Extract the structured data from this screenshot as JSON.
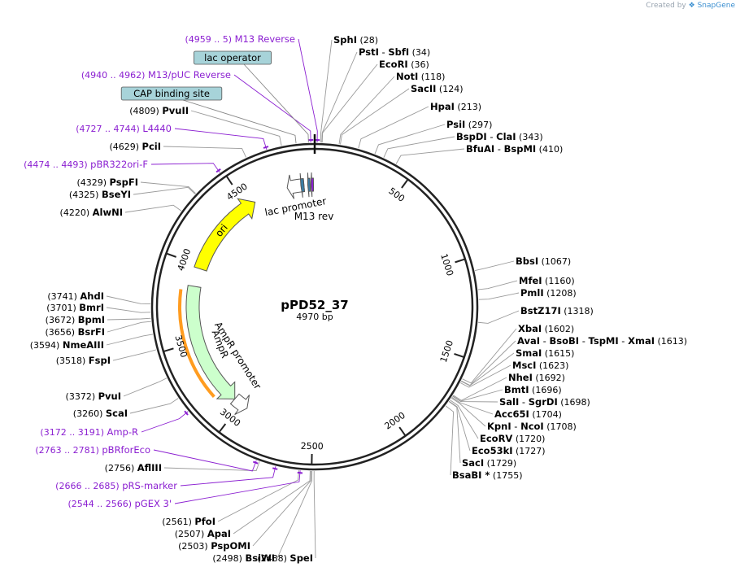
{
  "credit": {
    "prefix": "Created by",
    "brand": "SnapGene"
  },
  "plasmid": {
    "name": "pPD52_37",
    "length_label": "4970 bp",
    "length": 4970
  },
  "colors": {
    "ring": "#222222",
    "site": "#9a9a9a",
    "primer": "#8b1fd1",
    "ori": "#ffff00",
    "ampr": "#ccffcc",
    "promoter": "#ffffff",
    "primer_bind": "#ff9c20",
    "feature_box": "#a7d3d9"
  },
  "ticks": [
    500,
    1000,
    1500,
    2000,
    2500,
    3000,
    3500,
    4000,
    4500
  ],
  "enzymes": [
    {
      "name": "SphI",
      "pos": "(28)",
      "bp": 28
    },
    {
      "name": "PstI",
      "name2": "SbfI",
      "pos": "(34)",
      "bp": 34
    },
    {
      "name": "EcoRI",
      "pos": "(36)",
      "bp": 36
    },
    {
      "name": "NotI",
      "pos": "(118)",
      "bp": 118
    },
    {
      "name": "SacII",
      "pos": "(124)",
      "bp": 124
    },
    {
      "name": "HpaI",
      "pos": "(213)",
      "bp": 213
    },
    {
      "name": "PsiI",
      "pos": "(297)",
      "bp": 297
    },
    {
      "name": "BspDI",
      "name2": "ClaI",
      "pos": "(343)",
      "bp": 343
    },
    {
      "name": "BfuAI",
      "name2": "BspMI",
      "pos": "(410)",
      "bp": 410
    },
    {
      "name": "BbsI",
      "pos": "(1067)",
      "bp": 1067
    },
    {
      "name": "MfeI",
      "pos": "(1160)",
      "bp": 1160
    },
    {
      "name": "PmlI",
      "pos": "(1208)",
      "bp": 1208
    },
    {
      "name": "BstZ17I",
      "pos": "(1318)",
      "bp": 1318
    },
    {
      "name": "XbaI",
      "pos": "(1602)",
      "bp": 1602
    },
    {
      "name": "AvaI",
      "name2": "BsoBI",
      "name3": "TspMI",
      "name4": "XmaI",
      "pos": "(1613)",
      "bp": 1613
    },
    {
      "name": "SmaI",
      "pos": "(1615)",
      "bp": 1615
    },
    {
      "name": "MscI",
      "pos": "(1623)",
      "bp": 1623
    },
    {
      "name": "NheI",
      "pos": "(1692)",
      "bp": 1692
    },
    {
      "name": "BmtI",
      "pos": "(1696)",
      "bp": 1696
    },
    {
      "name": "SalI",
      "name2": "SgrDI",
      "pos": "(1698)",
      "bp": 1698
    },
    {
      "name": "Acc65I",
      "pos": "(1704)",
      "bp": 1704
    },
    {
      "name": "KpnI",
      "name2": "NcoI",
      "pos": "(1708)",
      "bp": 1708
    },
    {
      "name": "EcoRV",
      "pos": "(1720)",
      "bp": 1720
    },
    {
      "name": "Eco53kI",
      "pos": "(1727)",
      "bp": 1727
    },
    {
      "name": "SacI",
      "pos": "(1729)",
      "bp": 1729
    },
    {
      "name": "BsaBI *",
      "pos": "(1755)",
      "bp": 1755
    },
    {
      "name": "SpeI",
      "pos": "(2488)",
      "bp": 2488
    },
    {
      "name": "BsiWI",
      "pos": "(2498)",
      "bp": 2498
    },
    {
      "name": "PspOMI",
      "pos": "(2503)",
      "bp": 2503
    },
    {
      "name": "ApaI",
      "pos": "(2507)",
      "bp": 2507
    },
    {
      "name": "PfoI",
      "pos": "(2561)",
      "bp": 2561
    },
    {
      "name": "AflIII",
      "pos": "(2756)",
      "bp": 2756
    },
    {
      "name": "ScaI",
      "pos": "(3260)",
      "bp": 3260
    },
    {
      "name": "PvuI",
      "pos": "(3372)",
      "bp": 3372
    },
    {
      "name": "FspI",
      "pos": "(3518)",
      "bp": 3518
    },
    {
      "name": "NmeAIII",
      "pos": "(3594)",
      "bp": 3594
    },
    {
      "name": "BsrFI",
      "pos": "(3656)",
      "bp": 3656
    },
    {
      "name": "BpmI",
      "pos": "(3672)",
      "bp": 3672
    },
    {
      "name": "BmrI",
      "pos": "(3701)",
      "bp": 3701
    },
    {
      "name": "AhdI",
      "pos": "(3741)",
      "bp": 3741
    },
    {
      "name": "AlwNI",
      "pos": "(4220)",
      "bp": 4220
    },
    {
      "name": "BseYI",
      "pos": "(4325)",
      "bp": 4325
    },
    {
      "name": "PspFI",
      "pos": "(4329)",
      "bp": 4329
    },
    {
      "name": "PciI",
      "pos": "(4629)",
      "bp": 4629
    },
    {
      "name": "PvuII",
      "pos": "(4809)",
      "bp": 4809
    }
  ],
  "primers": [
    {
      "range": "(4959 .. 5)",
      "name": "M13 Reverse",
      "bp": 4982
    },
    {
      "range": "(4940 .. 4962)",
      "name": "M13/pUC Reverse",
      "bp": 4951
    },
    {
      "range": "(4727 .. 4744)",
      "name": "L4440",
      "bp": 4735
    },
    {
      "range": "(4474 .. 4493)",
      "name": "pBR322ori-F",
      "bp": 4483
    },
    {
      "range": "(3172 .. 3191)",
      "name": "Amp-R",
      "bp": 3181
    },
    {
      "range": "(2763 .. 2781)",
      "name": "pBRforEco",
      "bp": 2772
    },
    {
      "range": "(2666 .. 2685)",
      "name": "pRS-marker",
      "bp": 2675
    },
    {
      "range": "(2544 .. 2566)",
      "name": "pGEX 3'",
      "bp": 2555
    }
  ],
  "boxed_features": [
    {
      "name": "lac operator",
      "bp": 4940
    },
    {
      "name": "CAP binding site",
      "bp": 4880
    }
  ],
  "features": [
    {
      "name": "ori",
      "start": 3980,
      "end": 4560,
      "direction": "cw"
    },
    {
      "name": "AmpR",
      "start": 3050,
      "end": 3860,
      "direction": "ccw"
    },
    {
      "name": "AmpR promoter",
      "start": 2950,
      "end": 3050,
      "direction": "ccw"
    },
    {
      "name": "lac promoter",
      "start": 4790,
      "end": 4900,
      "direction": "ccw"
    },
    {
      "name": "M13 rev",
      "start": 4945,
      "end": 4962,
      "direction": "ccw"
    }
  ],
  "inner_labels": {
    "ori": "ori",
    "ampr": "AmpR",
    "ampr_promoter": "AmpR promoter",
    "lac_promoter": "lac promoter",
    "m13_rev": "M13 rev"
  }
}
